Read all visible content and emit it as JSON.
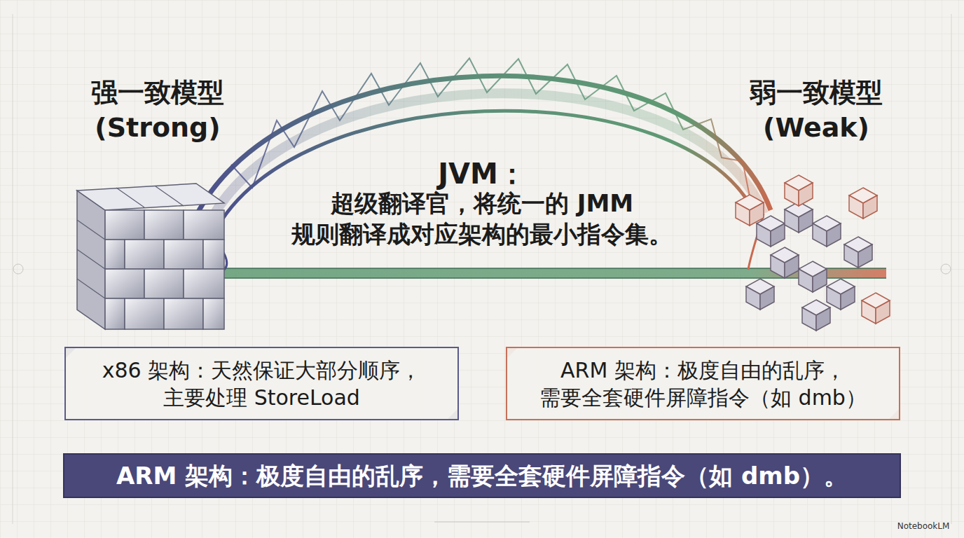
{
  "diagram": {
    "nodes": [
      {
        "text": [
          "x86 架构：天然保证大部分顺序， 主要处理 StoreLoad"
        ]
      },
      {
        "text": [
          "ARM 架构：极度自由的乱序， 需要全套硬件屏障指令（如 dmb）"
        ]
      },
      {
        "text": [
          "ARM 架构：极度自由的乱序，需要全套硬件屏障指令（如 dmb）。"
        ]
      }
    ],
    "labels": [
      "强一致模型",
      "(Strong)",
      "弱一致模型",
      "(Weak)",
      "JVM：",
      "超级翻译官，将统一的 JMM 规则翻译成对应架构的最小指令集。",
      "NotebookLM"
    ]
  }
}
